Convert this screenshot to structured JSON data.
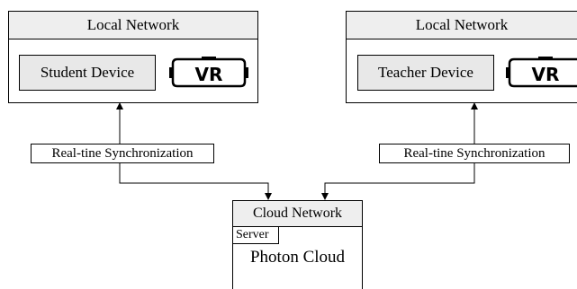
{
  "left_network": {
    "title": "Local Network",
    "device_label": "Student Device",
    "vr_label": "VR",
    "sync_label": "Real-tine Synchronization"
  },
  "right_network": {
    "title": "Local Network",
    "device_label": "Teacher Device",
    "vr_label": "VR",
    "sync_label": "Real-tine Synchronization"
  },
  "cloud": {
    "title": "Cloud Network",
    "server_label": "Server",
    "service_label": "Photon Cloud"
  }
}
